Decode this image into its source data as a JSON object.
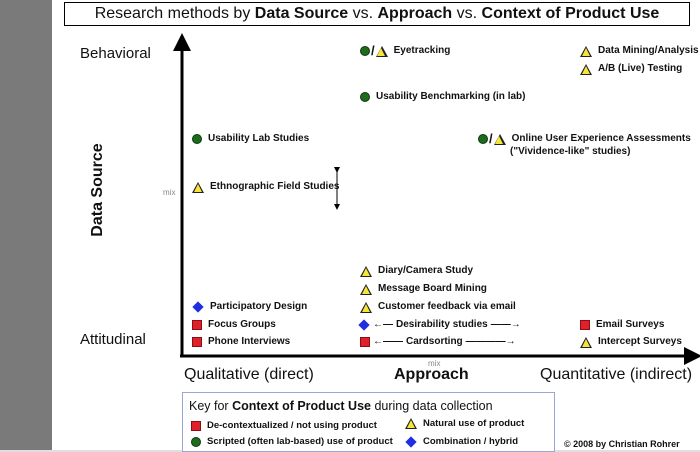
{
  "title": {
    "prefix": "Research methods by ",
    "part1": "Data Source",
    "sep1": " vs. ",
    "part2": "Approach",
    "sep2": " vs. ",
    "part3": "Context of Product Use"
  },
  "y_axis": {
    "top": "Behavioral",
    "bottom": "Attitudinal",
    "label": "Data Source",
    "mid": "mix"
  },
  "x_axis": {
    "left": "Qualitative (direct)",
    "center": "Approach",
    "right": "Quantitative (indirect)",
    "mid": "mix"
  },
  "markers": {
    "circle_color": "#1e6b1e",
    "square_color": "#e2202a",
    "diamond_color": "#1f2ee0",
    "triangle_color": "#f6e53a"
  },
  "methods": {
    "eyetracking": "Eyetracking",
    "data_mining": "Data Mining/Analysis",
    "ab_testing": "A/B (Live) Testing",
    "usability_benchmarking": "Usability Benchmarking (in lab)",
    "usability_lab": "Usability Lab Studies",
    "online_ux": "Online User Experience Assessments",
    "online_ux_sub": "(\"Vividence-like\" studies)",
    "ethnographic": "Ethnographic Field Studies",
    "diary": "Diary/Camera Study",
    "message_board": "Message Board Mining",
    "customer_feedback": "Customer feedback via email",
    "participatory": "Participatory Design",
    "focus_groups": "Focus Groups",
    "phone_interviews": "Phone Interviews",
    "desirability": "Desirability studies",
    "cardsorting": "Cardsorting",
    "email_surveys": "Email Surveys",
    "intercept_surveys": "Intercept Surveys"
  },
  "key": {
    "title_prefix": "Key for ",
    "title_bold": "Context of Product Use",
    "title_suffix": " during data collection",
    "decontextualized": "De-contextualized / not using product",
    "natural": "Natural use of product",
    "scripted": "Scripted (often lab-based) use of product",
    "combination": "Combination / hybrid"
  },
  "copyright": "© 2008 by Christian Rohrer"
}
